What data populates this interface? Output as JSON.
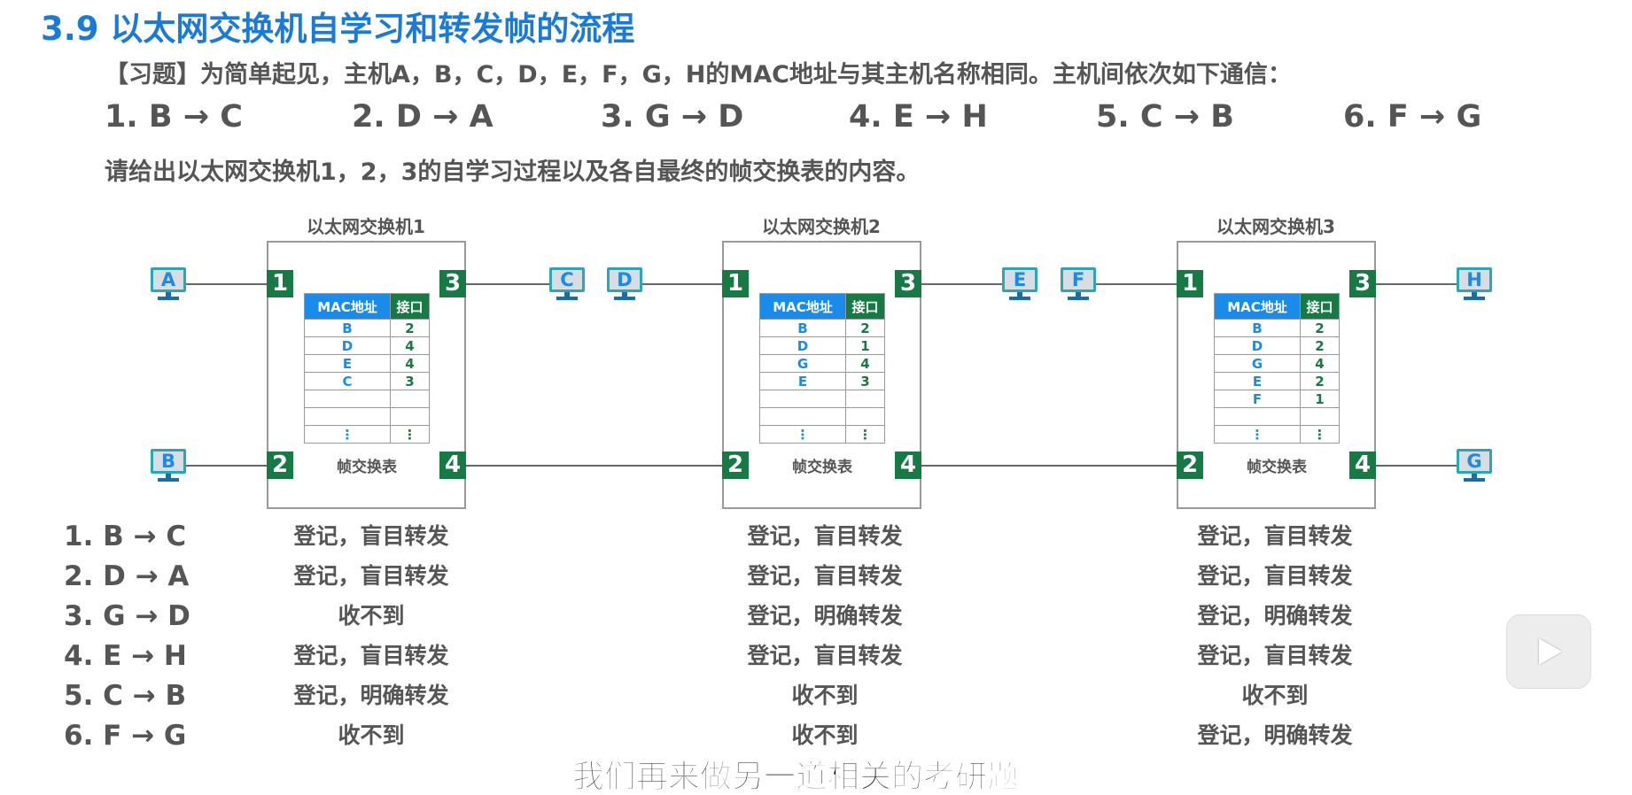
{
  "title": "3.9 以太网交换机自学习和转发帧的流程",
  "intro": "【习题】为简单起见，主机A，B，C，D，E，F，G，H的MAC地址与其主机名称相同。主机间依次如下通信：",
  "flows": [
    "1. B → C",
    "2. D → A",
    "3. G → D",
    "4. E → H",
    "5. C → B",
    "6. F → G"
  ],
  "question": "请给出以太网交换机1，2，3的自学习过程以及各自最终的帧交换表的内容。",
  "switches": [
    {
      "label": "以太网交换机1",
      "ports": [
        "1",
        "2",
        "3",
        "4"
      ],
      "table_header": [
        "MAC地址",
        "接口"
      ],
      "table_label": "帧交换表",
      "rows": [
        [
          "B",
          "2"
        ],
        [
          "D",
          "4"
        ],
        [
          "E",
          "4"
        ],
        [
          "C",
          "3"
        ],
        [
          "",
          ""
        ],
        [
          "",
          ""
        ],
        [
          "⋮",
          "⋮"
        ]
      ]
    },
    {
      "label": "以太网交换机2",
      "ports": [
        "1",
        "2",
        "3",
        "4"
      ],
      "table_header": [
        "MAC地址",
        "接口"
      ],
      "table_label": "帧交换表",
      "rows": [
        [
          "B",
          "2"
        ],
        [
          "D",
          "1"
        ],
        [
          "G",
          "4"
        ],
        [
          "E",
          "3"
        ],
        [
          "",
          ""
        ],
        [
          "",
          ""
        ],
        [
          "⋮",
          "⋮"
        ]
      ]
    },
    {
      "label": "以太网交换机3",
      "ports": [
        "1",
        "2",
        "3",
        "4"
      ],
      "table_header": [
        "MAC地址",
        "接口"
      ],
      "table_label": "帧交换表",
      "rows": [
        [
          "B",
          "2"
        ],
        [
          "D",
          "2"
        ],
        [
          "G",
          "4"
        ],
        [
          "E",
          "2"
        ],
        [
          "F",
          "1"
        ],
        [
          "",
          ""
        ],
        [
          "⋮",
          "⋮"
        ]
      ]
    }
  ],
  "hosts": {
    "A": "A",
    "B": "B",
    "C": "C",
    "D": "D",
    "E": "E",
    "F": "F",
    "G": "G",
    "H": "H"
  },
  "results": [
    {
      "label": "1. B → C",
      "cells": [
        "登记，盲目转发",
        "登记，盲目转发",
        "登记，盲目转发"
      ]
    },
    {
      "label": "2. D → A",
      "cells": [
        "登记，盲目转发",
        "登记，盲目转发",
        "登记，盲目转发"
      ]
    },
    {
      "label": "3. G → D",
      "cells": [
        "收不到",
        "登记，明确转发",
        "登记，明确转发"
      ]
    },
    {
      "label": "4. E → H",
      "cells": [
        "登记，盲目转发",
        "登记，盲目转发",
        "登记，盲目转发"
      ]
    },
    {
      "label": "5. C → B",
      "cells": [
        "登记，明确转发",
        "收不到",
        "收不到"
      ]
    },
    {
      "label": "6. F → G",
      "cells": [
        "收不到",
        "收不到",
        "登记，明确转发"
      ]
    }
  ],
  "subtitle": "我们再来做另一道相关的考研题",
  "colors": {
    "title": "#1a7ad8",
    "port": "#177a45",
    "mac_header": "#1a8be8"
  }
}
